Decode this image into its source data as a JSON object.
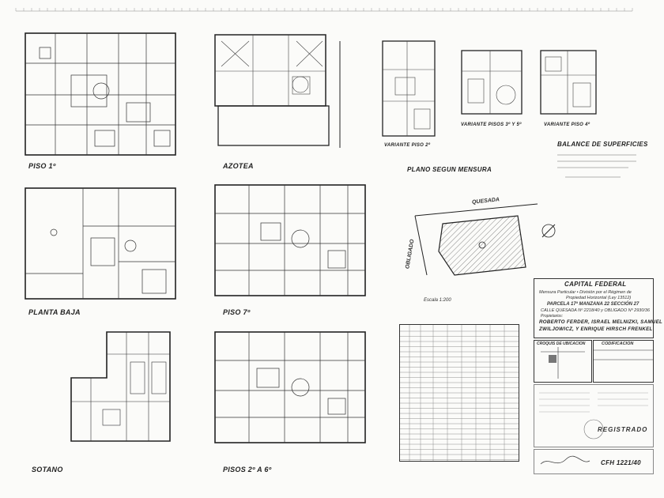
{
  "captions": {
    "piso1": "PISO 1º",
    "azotea": "AZOTEA",
    "variante_piso2": "VARIANTE PISO 2º",
    "variante_pisos_3_5": "VARIANTE PISOS 3º Y 5º",
    "variante_piso4": "VARIANTE PISO 4º",
    "plano_mensura": "PLANO SEGUN MENSURA",
    "planta_baja": "PLANTA BAJA",
    "piso7": "PISO 7º",
    "sotano": "SOTANO",
    "pisos_2_6": "PISOS 2º A 6º"
  },
  "mensura": {
    "street_top": "QUESADA",
    "street_left": "OBLIGADO",
    "scale": "Escala 1:200"
  },
  "balance": {
    "title": "BALANCE DE SUPERFICIES"
  },
  "title_block": {
    "city": "CAPITAL FEDERAL",
    "line1": "Mensura Particular • División por el Régimen de",
    "line2": "Propiedad Horizontal (Ley 13512)",
    "line3": "PARCELA 17ª MANZANA 22 SECCIÓN 27",
    "line4": "CALLE QUESADA Nº 2218/40 y OBLIGADO Nº 2930/36",
    "line5": "Propietarios:",
    "owners1": "ROBERTO FERDER, ISRAEL MELNIZKI, SAMUEL",
    "owners2": "ZWILJOWICZ, Y ENRIQUE HIRSCH FRENKEL",
    "croquis": "CROQUIS DE UBICACION",
    "codificacion": "CODIFICACION",
    "stamp": "REGISTRADO",
    "cfh": "CFH 1221/40"
  },
  "colors": {
    "ink": "#2a2a2a",
    "paper": "#fbfbf9",
    "hatch": "#555555"
  }
}
